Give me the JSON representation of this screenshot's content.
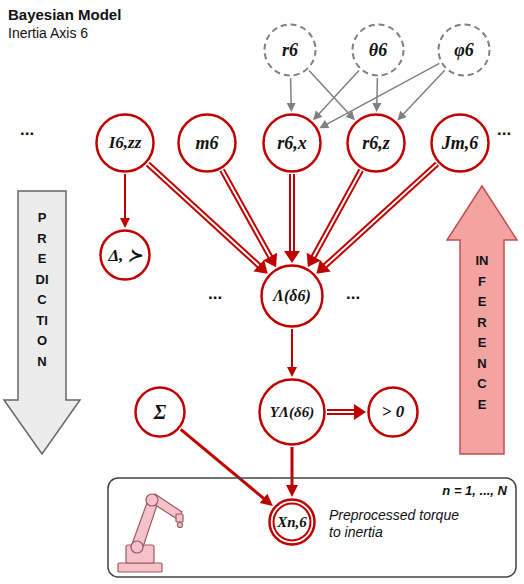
{
  "diagram": {
    "title": "Bayesian Model",
    "nodes": [
      {
        "text": [
          "r6"
        ]
      },
      {
        "text": [
          "θ6"
        ]
      },
      {
        "text": [
          "φ6"
        ]
      },
      {
        "text": [
          "I6,zz"
        ]
      },
      {
        "text": [
          "m6"
        ]
      },
      {
        "text": [
          "r6,x"
        ]
      },
      {
        "text": [
          "r6,z"
        ]
      },
      {
        "text": [
          "Jm,6"
        ]
      },
      {
        "text": [
          "PREDICTION"
        ]
      },
      {
        "text": [
          "INFERENCE"
        ]
      },
      {
        "text": [
          "Δ, ≻"
        ]
      },
      {
        "text": [
          "Λ(δ6)"
        ]
      },
      {
        "text": [
          "Σ"
        ]
      },
      {
        "text": [
          "YΛ(δ6)"
        ]
      },
      {
        "text": [
          "> 0"
        ]
      },
      {
        "text": [
          "n = 1, ..., N",
          "Preprocessed torque to inertia"
        ]
      },
      {
        "text": [
          "Xn,6"
        ],
        "in": 15
      }
    ],
    "edges": [
      {
        "from": 0,
        "to": 5,
        "arrow": "to"
      },
      {
        "from": 0,
        "to": 6,
        "arrow": "to"
      },
      {
        "from": 1,
        "to": 5,
        "arrow": "to"
      },
      {
        "from": 1,
        "to": 6,
        "arrow": "to"
      },
      {
        "from": 2,
        "to": 5,
        "arrow": "to"
      },
      {
        "from": 2,
        "to": 6,
        "arrow": "to"
      },
      {
        "from": 3,
        "to": 10,
        "arrow": "to"
      },
      {
        "from": 3,
        "to": 11,
        "arrow": "to"
      },
      {
        "from": 4,
        "to": 11,
        "arrow": "to"
      },
      {
        "from": 5,
        "to": 11,
        "arrow": "to"
      },
      {
        "from": 6,
        "to": 11,
        "arrow": "to"
      },
      {
        "from": 7,
        "to": 11,
        "arrow": "to"
      },
      {
        "from": 11,
        "to": 13,
        "arrow": "to"
      },
      {
        "from": 13,
        "to": 14,
        "arrow": "to"
      },
      {
        "from": 12,
        "to": 16,
        "arrow": "to"
      },
      {
        "from": 13,
        "to": 16,
        "arrow": "to"
      }
    ],
    "labels": [
      "Inertia Axis 6",
      "...",
      "...",
      "...",
      "..."
    ]
  }
}
